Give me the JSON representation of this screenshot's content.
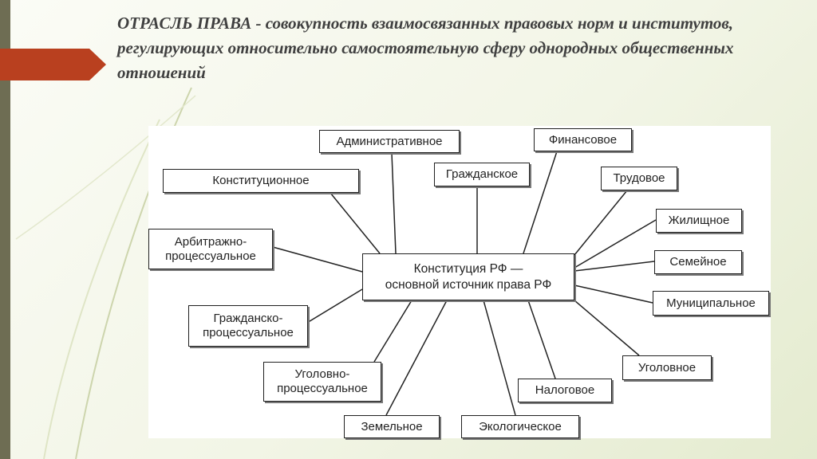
{
  "slide": {
    "title": "ОТРАСЛЬ ПРАВА - совокупность взаимосвязанных правовых норм и институтов, регулирующих относительно самостоятельную сферу однородных общественных отношений"
  },
  "diagram": {
    "center": "Конституция РФ —\nосновной источник права РФ",
    "branches": [
      "Административное",
      "Финансовое",
      "Конституционное",
      "Гражданское",
      "Трудовое",
      "Жилищное",
      "Арбитражно-\nпроцессуальное",
      "Семейное",
      "Муниципальное",
      "Гражданско-\nпроцессуальное",
      "Уголовное",
      "Уголовно-\nпроцессуальное",
      "Налоговое",
      "Земельное",
      "Экологическое"
    ]
  },
  "colors": {
    "accent_red": "#b9401f",
    "sidebar": "#6e6d53",
    "box_border": "#202020"
  }
}
